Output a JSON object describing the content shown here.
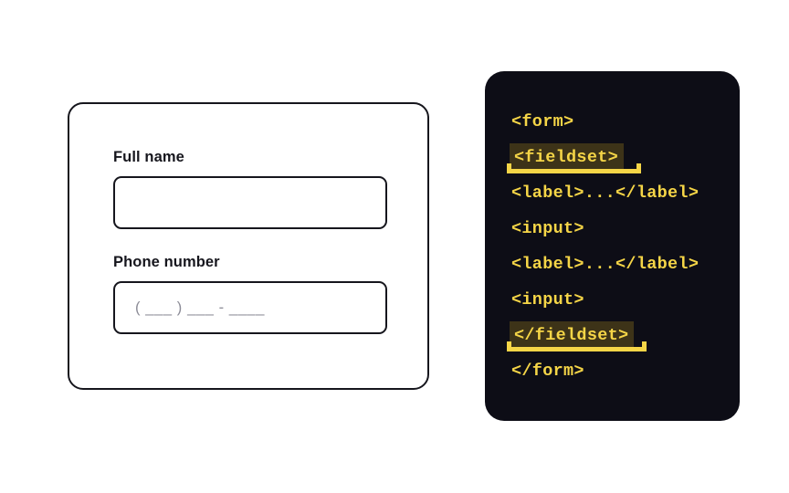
{
  "form_card": {
    "fields": [
      {
        "label": "Full name",
        "value": "",
        "placeholder": "",
        "name": "full-name"
      },
      {
        "label": "Phone number",
        "value": "",
        "placeholder": "( ___ ) ___ - ____",
        "name": "phone-number"
      }
    ]
  },
  "code_panel": {
    "language": "html",
    "lines": [
      {
        "text": "<form>",
        "highlighted": false,
        "name": "form-open"
      },
      {
        "text": "<fieldset>",
        "highlighted": true,
        "name": "fieldset-open"
      },
      {
        "text": "<label>...</label>",
        "highlighted": false,
        "name": "label-1"
      },
      {
        "text": "<input>",
        "highlighted": false,
        "name": "input-1"
      },
      {
        "text": "<label>...</label>",
        "highlighted": false,
        "name": "label-2"
      },
      {
        "text": "<input>",
        "highlighted": false,
        "name": "input-2"
      },
      {
        "text": "</fieldset>",
        "highlighted": true,
        "name": "fieldset-close"
      },
      {
        "text": "</form>",
        "highlighted": false,
        "name": "form-close"
      }
    ]
  },
  "colors": {
    "page_background": "#ffffff",
    "card_background": "#ffffff",
    "card_border": "#16161d",
    "label_text": "#16161d",
    "placeholder_text": "#8b8b96",
    "code_panel_background": "#0d0d16",
    "code_text": "#f5d547",
    "highlight_background": "#3d3318",
    "highlight_underline": "#f5d547"
  }
}
